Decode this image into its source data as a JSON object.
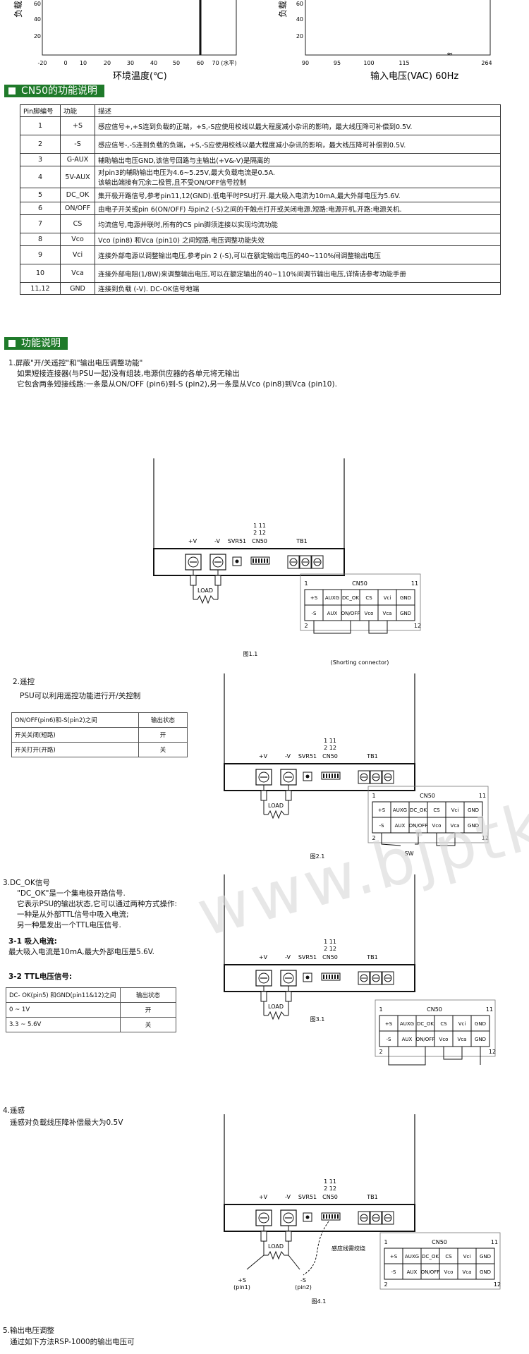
{
  "charts": {
    "left": {
      "ylabel": "负载(%)",
      "yticks": [
        "60",
        "40",
        "20"
      ],
      "xticks": [
        "-20",
        "0",
        "10",
        "20",
        "30",
        "40",
        "50",
        "60",
        "70 (水平)"
      ],
      "xlabel": "环境温度(℃)"
    },
    "right": {
      "ylabel": "负载(%)",
      "yticks": [
        "60",
        "40",
        "20"
      ],
      "xticks": [
        "90",
        "95",
        "100",
        "115",
        "264"
      ],
      "break": "≈",
      "xlabel": "输入电压(VAC) 60Hz"
    }
  },
  "section1": {
    "title": "CN50的功能说明"
  },
  "func_table": {
    "headers": [
      "Pin脚编号",
      "功能",
      "描述"
    ],
    "rows": [
      [
        "1",
        "+S",
        "感应信号+,+S连到负载的正端，+S,-S应使用校线以最大程度减小杂讯的影响，最大线压降可补偿到0.5V."
      ],
      [
        "2",
        "-S",
        "感应信号-,-S连到负载的负端，+S,-S应使用校线以最大程度减小杂讯的影响，最大线压降可补偿到0.5V."
      ],
      [
        "3",
        "G-AUX",
        "辅助输出电压GND,该信号回路与主输出(+V&-V)是隔离的"
      ],
      [
        "4",
        "5V-AUX",
        "对pin3的辅助输出电压为4.6~5.25V,最大负载电流是0.5A.\n该输出端接有冗余二极管,且不受ON/OFF信号控制"
      ],
      [
        "5",
        "DC_OK",
        "集开极开路信号,参考pin11,12(GND).低电平时PSU打开.最大吸入电流为10mA,最大外部电压为5.6V."
      ],
      [
        "6",
        "ON/OFF",
        "由电子开关或pin 6(ON/OFF) 与pin2 (-S)之间的干触点打开或关闭电源.短路:电源开机,开路:电源关机."
      ],
      [
        "7",
        "CS",
        "均流信号,电源并联时,所有的CS pin脚须连接以实现均流功能"
      ],
      [
        "8",
        "Vco",
        "Vco (pin8) 和Vca (pin10) 之间短路,电压调整功能失效"
      ],
      [
        "9",
        "Vci",
        "连接外部电源以调整输出电压,参考pin 2 (-S),可以在额定输出电压的40~110%间调整输出电压"
      ],
      [
        "10",
        "Vca",
        "连接外部电阻(1/8W)来调整输出电压,可以在额定输出的40~110%间调节输出电压,详情请参考功能手册"
      ],
      [
        "11,12",
        "GND",
        "连接到负载 (-V). DC-OK信号地端"
      ]
    ]
  },
  "section2": {
    "title": "功能说明"
  },
  "item1": {
    "title": "1.屏蔽\"开/关遥控\"和\"输出电压调整功能\"",
    "line1": "如果短接连接器(与PSU一起)没有组装,电源供应器的各单元将无输出",
    "line2": "它包含两条短接线路:一条是从ON/OFF (pin6)到-S (pin2),另一条是从Vco (pin8)到Vca (pin10)."
  },
  "psu": {
    "plus_v": "+V",
    "minus_v": "-V",
    "svr": "SVR51",
    "cn50": "CN50",
    "tb1": "TB1",
    "pin_top": "1  11",
    "pin_bot": "2  12",
    "load": "LOAD"
  },
  "cn50_grid": {
    "title": "CN50",
    "pin1": "1",
    "pin11": "11",
    "pin2": "2",
    "pin12": "12",
    "row1": [
      "+S",
      "AUXG",
      "DC_OK",
      "CS",
      "Vci",
      "GND"
    ],
    "row2": [
      "-S",
      "AUX",
      "ON/OFF",
      "Vco",
      "Vca",
      "GND"
    ]
  },
  "fig1": {
    "caption": "图1.1",
    "shorting": "(Shorting connector)"
  },
  "item2": {
    "title": "2.遥控",
    "desc": "PSU可以利用遥控功能进行开/关控制",
    "table_header": [
      "ON/OFF(pin6)和-S(pin2)之间",
      "输出状态"
    ],
    "rows": [
      [
        "开关关闭(短路)",
        "开"
      ],
      [
        "开关打开(开路)",
        "关"
      ]
    ],
    "caption": "图2.1",
    "sw": "SW"
  },
  "item3": {
    "title": "3.DC_OK信号",
    "l1": "\"DC_OK\"是一个集电极开路信号.",
    "l2": "它表示PSU的输出状态,它可以通过两种方式操作:",
    "l3": "一种是从外部TTL信号中吸入电流;",
    "l4": "另一种是发出一个TTL电压信号.",
    "sub1": "3-1 吸入电流:",
    "sub1_desc": "最大吸入电流是10mA,最大外部电压是5.6V.",
    "sub2": "3-2 TTL电压信号:",
    "table_header": [
      "DC- OK(pin5) 和GND(pin11&12)之间",
      "输出状态"
    ],
    "rows": [
      [
        "0 ~ 1V",
        "开"
      ],
      [
        "3.3 ~ 5.6V",
        "关"
      ]
    ],
    "caption": "图3.1"
  },
  "item4": {
    "title": "4.遥感",
    "desc": "遥感对负载线压降补偿最大为0.5V",
    "twisted": "感应线需绞绕",
    "plus_s": "+S",
    "pin1": "(pin1)",
    "minus_s": "-S",
    "pin2": "(pin2)",
    "caption": "图4.1"
  },
  "item5": {
    "title": "5.输出电压调整",
    "l1": "通过如下方法RSP-1000的输出电压可"
  },
  "watermark": "www.bjptk.com"
}
